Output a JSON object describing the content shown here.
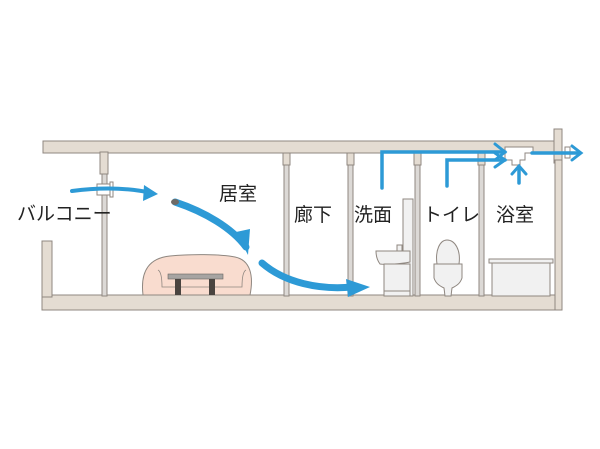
{
  "diagram": {
    "title": "",
    "rooms": [
      {
        "id": "balcony",
        "label": "バルコニー"
      },
      {
        "id": "living",
        "label": "居室"
      },
      {
        "id": "hallway",
        "label": "廊下"
      },
      {
        "id": "washroom",
        "label": "洗面"
      },
      {
        "id": "toilet",
        "label": "トイレ"
      },
      {
        "id": "bathroom",
        "label": "浴室"
      }
    ],
    "colors": {
      "wall_fill": "#e4dcd2",
      "wall_stroke": "#8f8780",
      "airflow": "#2d9ad6",
      "sofa_fill": "#f9dccf",
      "fixture_fill": "#f1f1f1",
      "table_top": "#a7a4a2",
      "table_legs": "#4a4440"
    },
    "airflow_path": [
      "バルコニー",
      "居室",
      "廊下",
      "洗面",
      "トイレ",
      "浴室",
      "exhaust"
    ]
  }
}
